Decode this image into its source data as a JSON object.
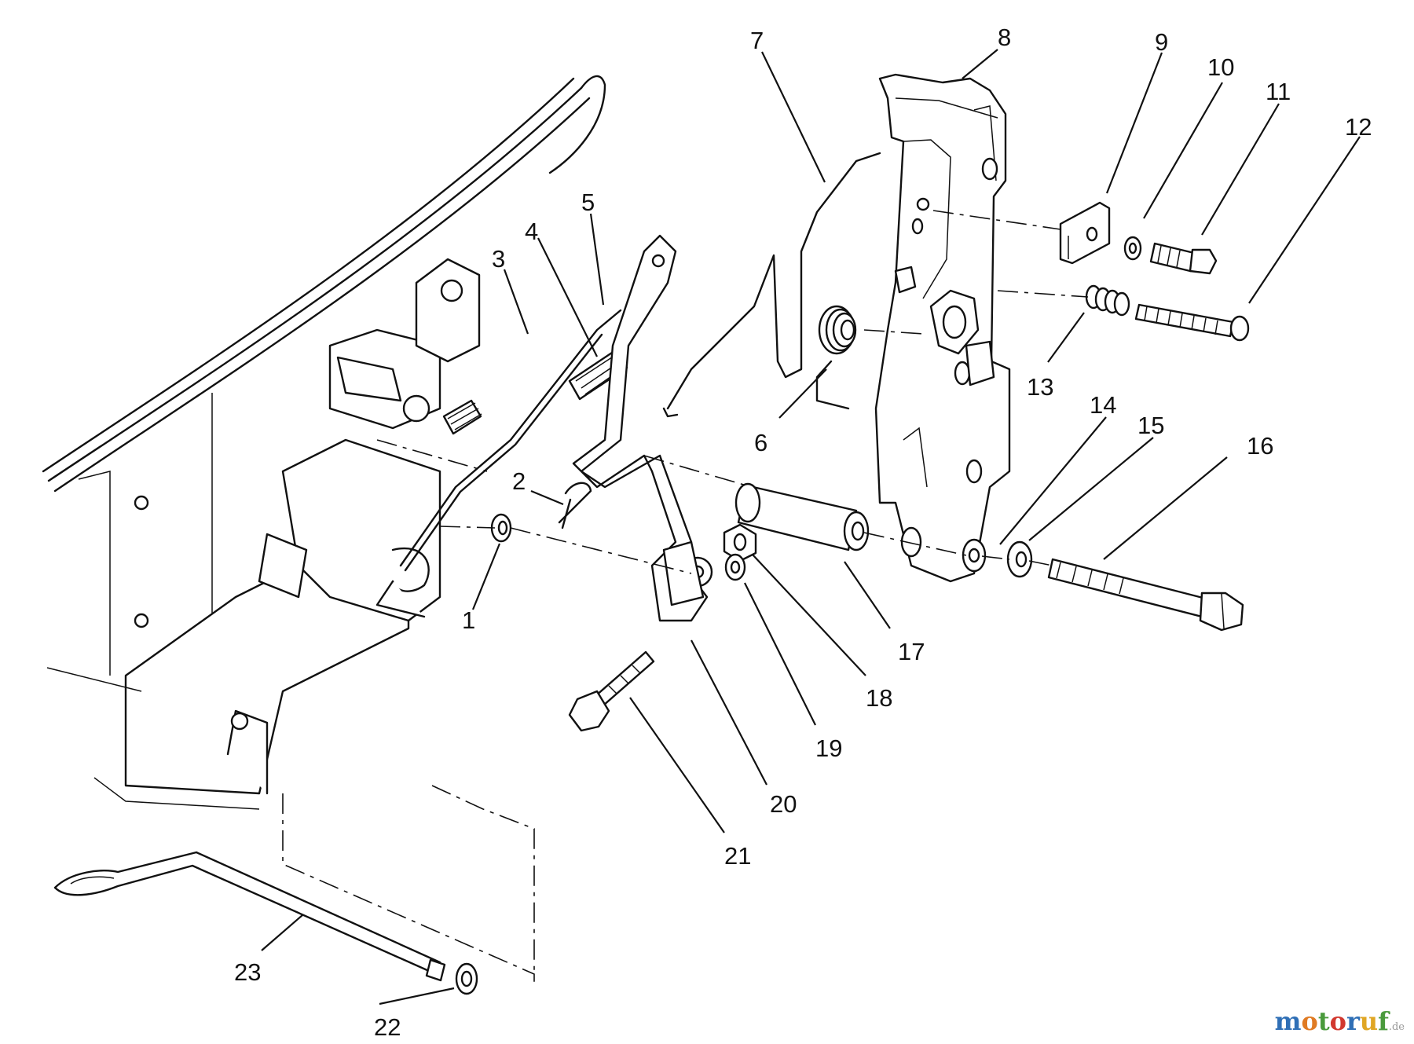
{
  "callouts": [
    {
      "id": "1",
      "label": "1"
    },
    {
      "id": "2",
      "label": "2"
    },
    {
      "id": "3",
      "label": "3"
    },
    {
      "id": "4",
      "label": "4"
    },
    {
      "id": "5",
      "label": "5"
    },
    {
      "id": "6",
      "label": "6"
    },
    {
      "id": "7",
      "label": "7"
    },
    {
      "id": "8",
      "label": "8"
    },
    {
      "id": "9",
      "label": "9"
    },
    {
      "id": "10",
      "label": "10"
    },
    {
      "id": "11",
      "label": "11"
    },
    {
      "id": "12",
      "label": "12"
    },
    {
      "id": "13",
      "label": "13"
    },
    {
      "id": "14",
      "label": "14"
    },
    {
      "id": "15",
      "label": "15"
    },
    {
      "id": "16",
      "label": "16"
    },
    {
      "id": "17",
      "label": "17"
    },
    {
      "id": "18",
      "label": "18"
    },
    {
      "id": "19",
      "label": "19"
    },
    {
      "id": "20",
      "label": "20"
    },
    {
      "id": "21",
      "label": "21"
    },
    {
      "id": "22",
      "label": "22"
    },
    {
      "id": "23",
      "label": "23"
    }
  ],
  "watermark": {
    "letters": [
      {
        "ch": "m",
        "color": "#2f6fb6"
      },
      {
        "ch": "o",
        "color": "#e07b24"
      },
      {
        "ch": "t",
        "color": "#4a9a3c"
      },
      {
        "ch": "o",
        "color": "#d2382f"
      },
      {
        "ch": "r",
        "color": "#2f6fb6"
      },
      {
        "ch": "u",
        "color": "#e0a624"
      },
      {
        "ch": "f",
        "color": "#4a9a3c"
      }
    ],
    "suffix": ".de"
  }
}
